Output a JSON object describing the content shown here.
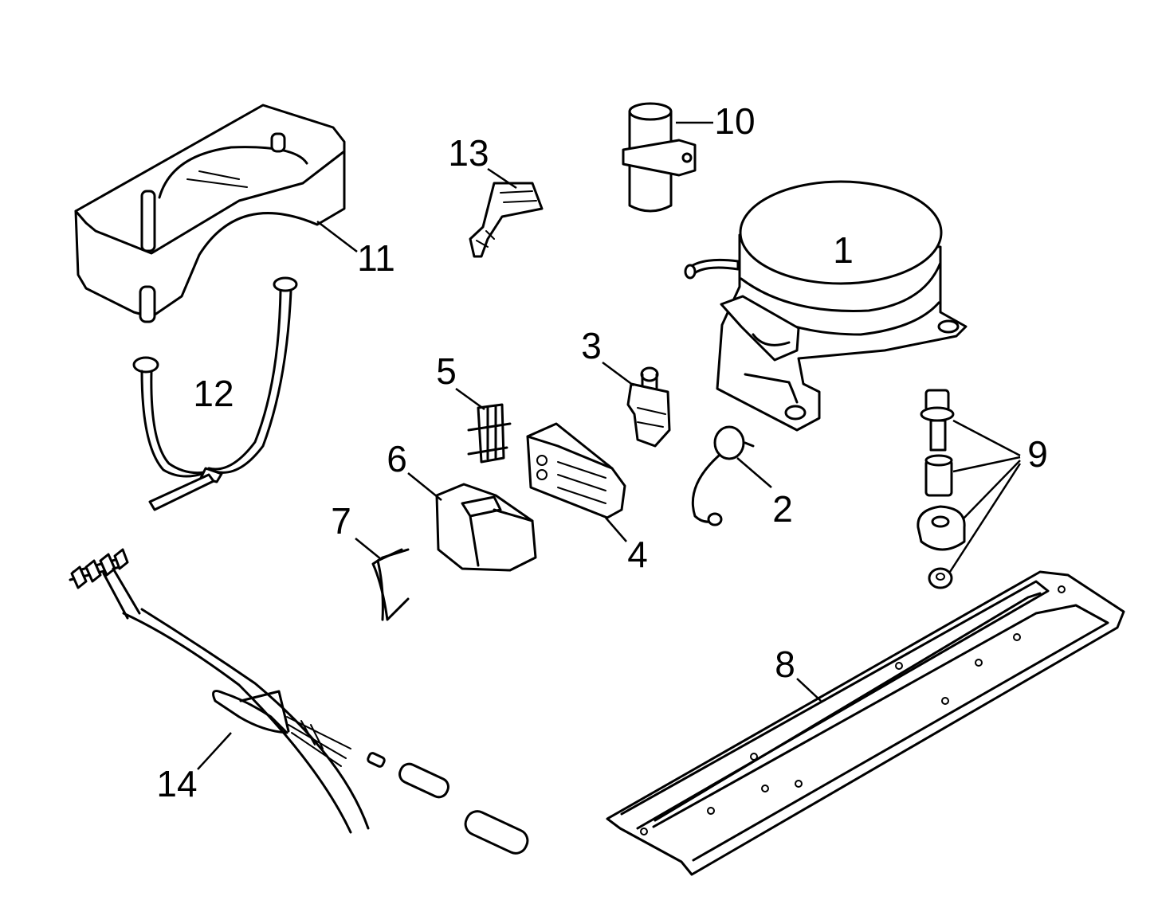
{
  "labels": {
    "l1": "1",
    "l2": "2",
    "l3": "3",
    "l4": "4",
    "l5": "5",
    "l6": "6",
    "l7": "7",
    "l8": "8",
    "l9": "9",
    "l10": "10",
    "l11": "11",
    "l12": "12",
    "l13": "13",
    "l14": "14"
  },
  "colors": {
    "line": "#000000",
    "background": "#ffffff"
  }
}
